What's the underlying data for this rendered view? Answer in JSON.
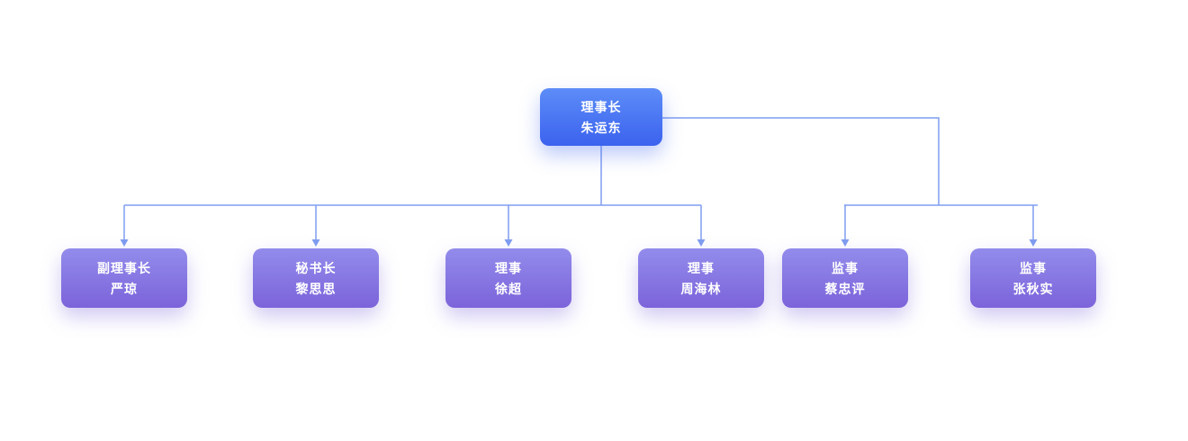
{
  "diagram": {
    "type": "org-chart",
    "root": {
      "title": "理事长",
      "name": "朱运东"
    },
    "children": [
      {
        "title": "副理事长",
        "name": "严琼"
      },
      {
        "title": "秘书长",
        "name": "黎思思"
      },
      {
        "title": "理事",
        "name": "徐超"
      },
      {
        "title": "理事",
        "name": "周海林"
      },
      {
        "title": "监事",
        "name": "蔡忠评"
      },
      {
        "title": "监事",
        "name": "张秋实"
      }
    ]
  },
  "colors": {
    "root_gradient_top": "#5d8df8",
    "root_gradient_bottom": "#3b62ee",
    "child_gradient_top": "#928ceb",
    "child_gradient_bottom": "#7c63da",
    "connector": "#7f9df0",
    "background": "#ffffff"
  }
}
